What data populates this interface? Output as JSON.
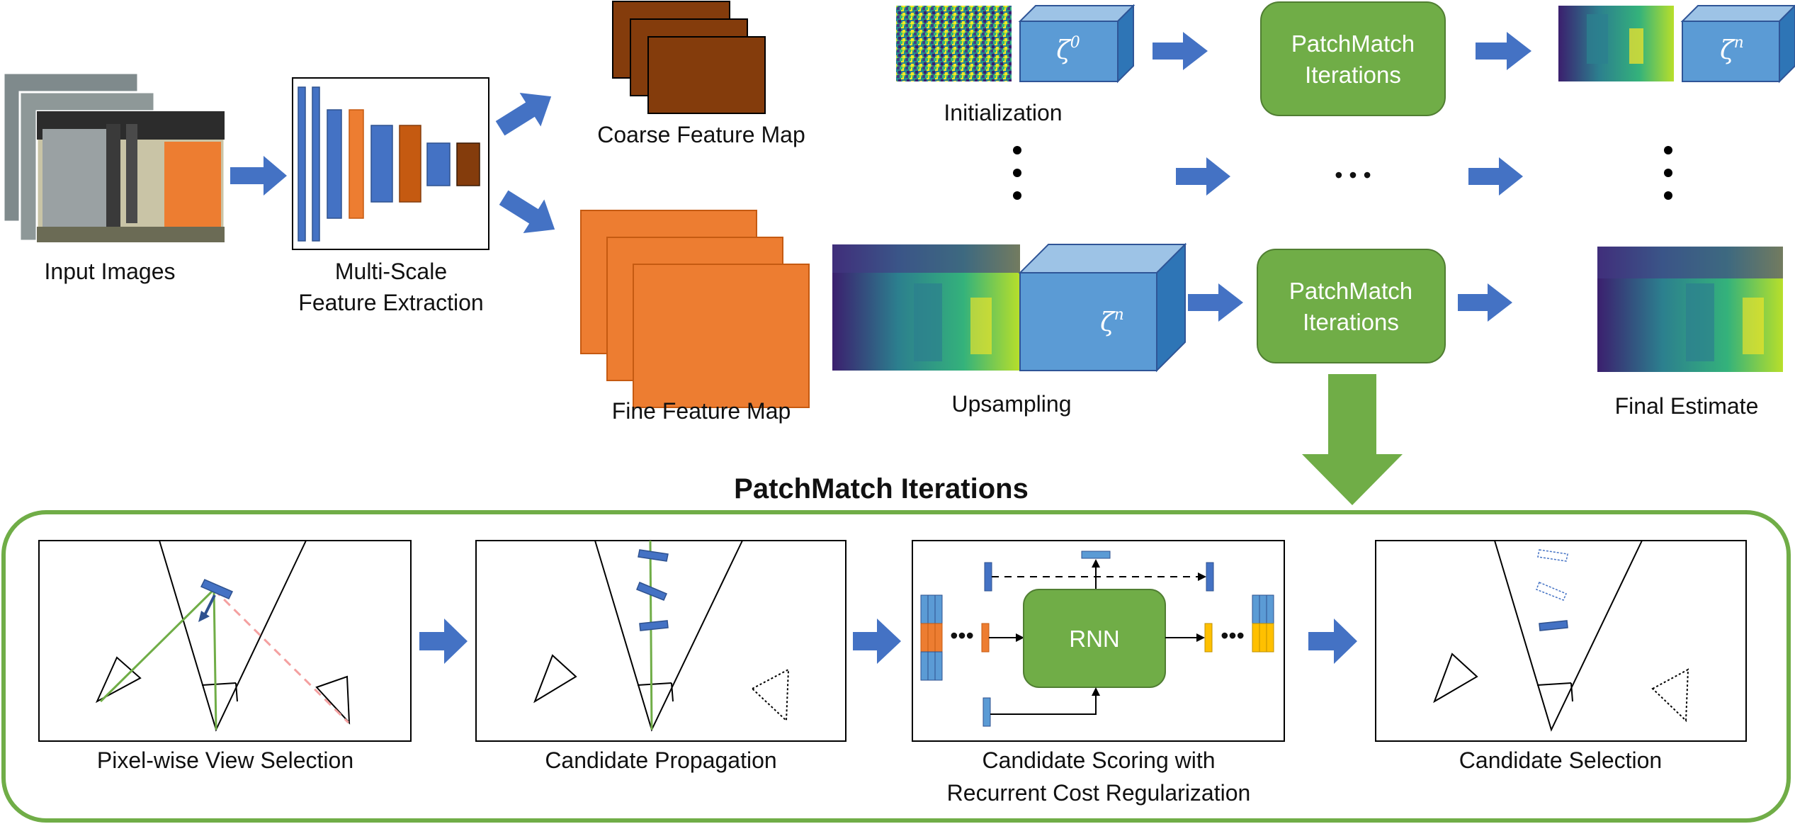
{
  "labels": {
    "input_images": "Input Images",
    "extraction_line1": "Multi-Scale",
    "extraction_line2": "Feature Extraction",
    "coarse_map": "Coarse Feature Map",
    "fine_map": "Fine Feature Map",
    "initialization": "Initialization",
    "upsampling": "Upsampling",
    "final_estimate": "Final Estimate",
    "pm_top_line1": "PatchMatch",
    "pm_top_line2": "Iterations",
    "pm_bottom_line1": "PatchMatch",
    "pm_bottom_line2": "Iterations",
    "ellipsis": "• • •",
    "zeta": "ζ",
    "sup_zero": "0",
    "sup_n": "n"
  },
  "detail": {
    "title": "PatchMatch Iterations",
    "rnn": "RNN",
    "step1": "Pixel-wise View Selection",
    "step2": "Candidate Propagation",
    "step3_line1": "Candidate Scoring with",
    "step3_line2": "Recurrent Cost Regularization",
    "step4": "Candidate Selection",
    "dots": "•••"
  },
  "colors": {
    "arrow_blue": "#4472c4",
    "box_green": "#70ad47",
    "feature_orange": "#ed7d31",
    "feature_brown": "#843c0c",
    "cube_blue": "#5b9bd5",
    "chip_yellow": "#ffc000",
    "dashed_red": "#f4a0a0"
  }
}
